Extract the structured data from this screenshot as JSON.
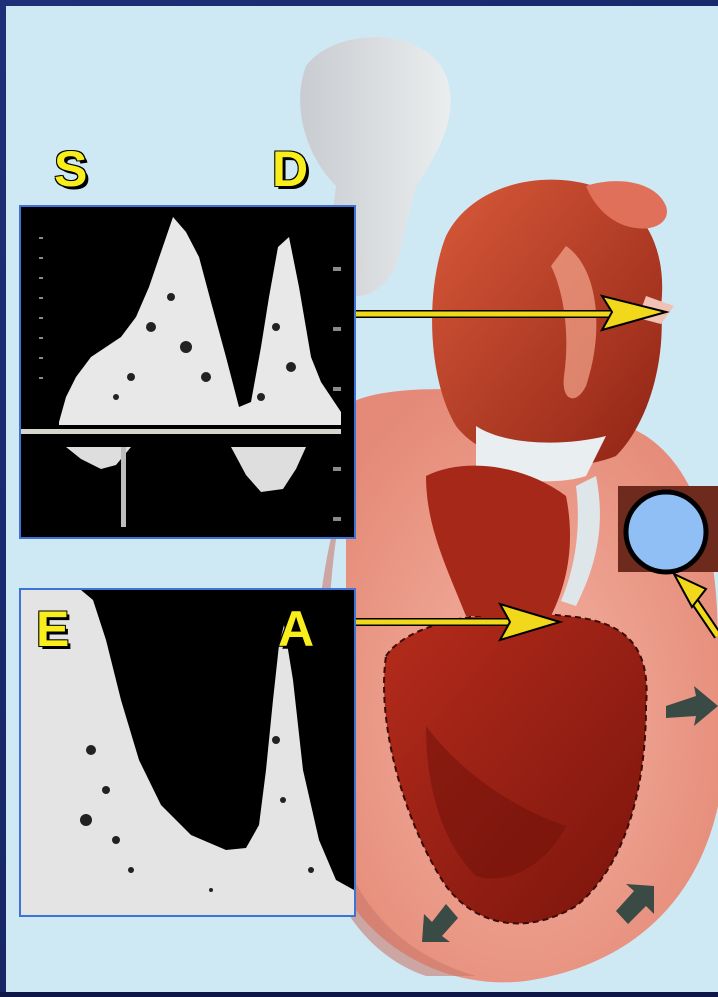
{
  "labels": {
    "s": "S",
    "d": "D",
    "e": "E",
    "a": "A"
  },
  "colors": {
    "background": "#cfe9f4",
    "frame": "#1a2a6e",
    "label_yellow": "#f7ee1c",
    "arrow_yellow": "#f2d81a",
    "panel_border": "#3b73d9",
    "marker_fill": "#8fbff5"
  },
  "panels": [
    {
      "name": "pulmonary-vein-doppler",
      "waves": [
        "S",
        "D"
      ]
    },
    {
      "name": "mitral-inflow-doppler",
      "waves": [
        "E",
        "A"
      ]
    }
  ]
}
